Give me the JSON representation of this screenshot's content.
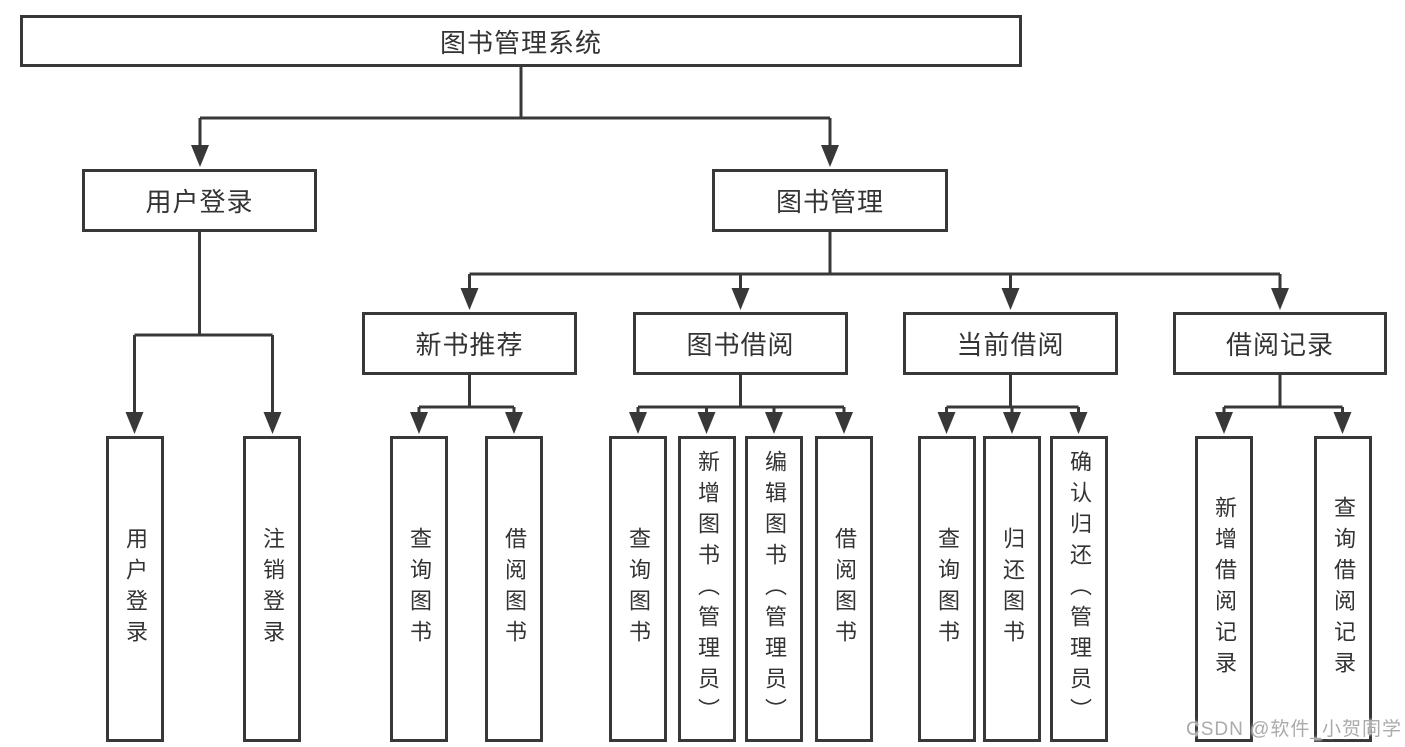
{
  "diagram": {
    "root": {
      "label": "图书管理系统"
    },
    "level1": [
      {
        "id": "user-login",
        "label": "用户登录"
      },
      {
        "id": "book-management",
        "label": "图书管理"
      }
    ],
    "level2": [
      {
        "id": "new-book-recommend",
        "label": "新书推荐"
      },
      {
        "id": "book-borrowing",
        "label": "图书借阅"
      },
      {
        "id": "current-borrowing",
        "label": "当前借阅"
      },
      {
        "id": "borrowing-records",
        "label": "借阅记录"
      }
    ],
    "leaves": [
      {
        "id": "user-login-leaf",
        "label": "用户登录"
      },
      {
        "id": "logout",
        "label": "注销登录"
      },
      {
        "id": "query-books-recommend",
        "label": "查询图书"
      },
      {
        "id": "borrow-books-recommend",
        "label": "借阅图书"
      },
      {
        "id": "query-books-borrowing",
        "label": "查询图书"
      },
      {
        "id": "add-books-admin",
        "label": "新增图书（管理员）"
      },
      {
        "id": "edit-books-admin",
        "label": "编辑图书（管理员）"
      },
      {
        "id": "borrow-books-borrowing",
        "label": "借阅图书"
      },
      {
        "id": "query-books-current",
        "label": "查询图书"
      },
      {
        "id": "return-books",
        "label": "归还图书"
      },
      {
        "id": "confirm-return-admin",
        "label": "确认归还（管理员）"
      },
      {
        "id": "add-borrow-record",
        "label": "新增借阅记录"
      },
      {
        "id": "query-borrow-record",
        "label": "查询借阅记录"
      }
    ]
  },
  "watermark": "CSDN @软件_小贺同学",
  "colors": {
    "line": "#383838",
    "text": "#333333",
    "watermark": "#ababab",
    "background": "#ffffff"
  }
}
